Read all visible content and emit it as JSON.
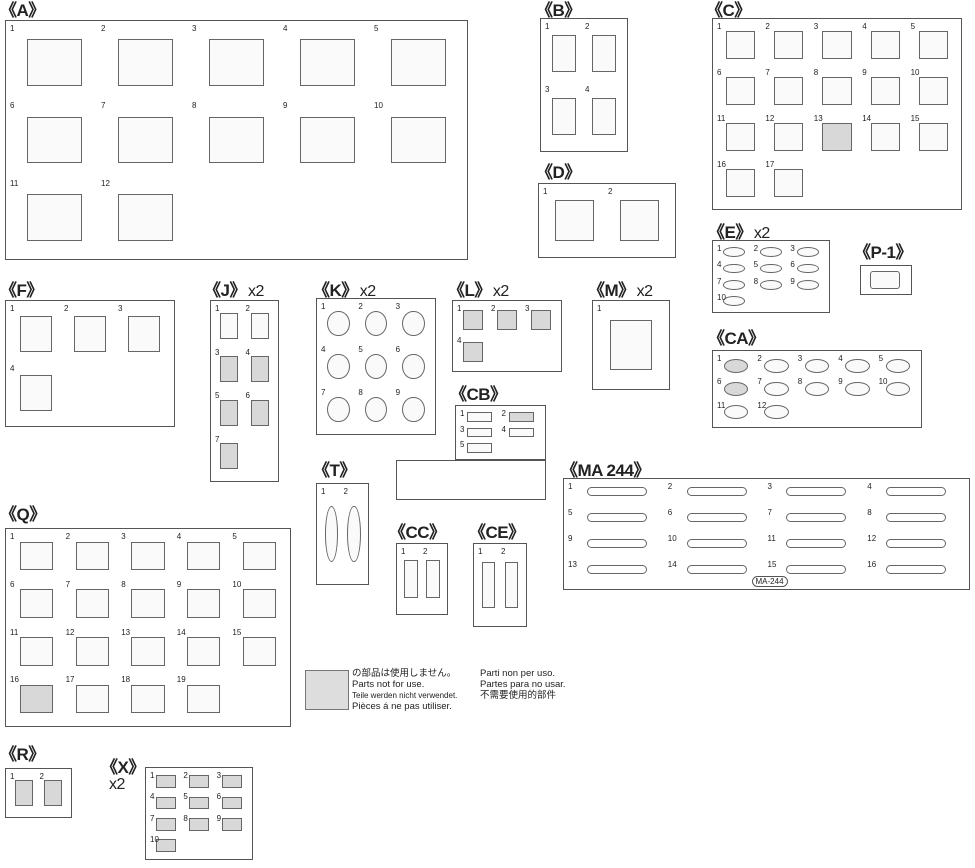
{
  "title": "Parts map",
  "sprues": [
    {
      "id": "A",
      "label": "《A》",
      "multiplier": "",
      "parts": [
        "1",
        "2",
        "3",
        "4",
        "5",
        "6",
        "7",
        "8",
        "9",
        "10",
        "11",
        "12"
      ]
    },
    {
      "id": "B",
      "label": "《B》",
      "multiplier": "",
      "parts": [
        "1",
        "2",
        "3",
        "4"
      ]
    },
    {
      "id": "C",
      "label": "《C》",
      "multiplier": "",
      "parts": [
        "1",
        "2",
        "3",
        "4",
        "5",
        "6",
        "7",
        "8",
        "9",
        "10",
        "11",
        "12",
        "13",
        "14",
        "15",
        "16",
        "17"
      ]
    },
    {
      "id": "D",
      "label": "《D》",
      "multiplier": "",
      "parts": [
        "1",
        "2"
      ]
    },
    {
      "id": "E",
      "label": "《E》",
      "multiplier": "x2",
      "parts": [
        "1",
        "2",
        "3",
        "4",
        "5",
        "6",
        "7",
        "8",
        "9",
        "10"
      ]
    },
    {
      "id": "P1",
      "label": "《P-1》",
      "multiplier": "",
      "parts": []
    },
    {
      "id": "F",
      "label": "《F》",
      "multiplier": "",
      "parts": [
        "1",
        "2",
        "3",
        "4"
      ]
    },
    {
      "id": "J",
      "label": "《J》",
      "multiplier": "x2",
      "parts": [
        "1",
        "2",
        "3",
        "4",
        "5",
        "6",
        "7"
      ]
    },
    {
      "id": "K",
      "label": "《K》",
      "multiplier": "x2",
      "parts": [
        "1",
        "2",
        "3",
        "4",
        "5",
        "6",
        "7",
        "8",
        "9"
      ]
    },
    {
      "id": "L",
      "label": "《L》",
      "multiplier": "x2",
      "parts": [
        "1",
        "2",
        "3",
        "4"
      ]
    },
    {
      "id": "M",
      "label": "《M》",
      "multiplier": "x2",
      "parts": [
        "1"
      ]
    },
    {
      "id": "CA",
      "label": "《CA》",
      "multiplier": "",
      "parts": [
        "1",
        "2",
        "3",
        "4",
        "5",
        "6",
        "7",
        "8",
        "9",
        "10",
        "11",
        "12"
      ]
    },
    {
      "id": "CB",
      "label": "《CB》",
      "multiplier": "",
      "parts": [
        "1",
        "2",
        "3",
        "4",
        "5"
      ]
    },
    {
      "id": "T",
      "label": "《T》",
      "multiplier": "",
      "parts": [
        "1",
        "2"
      ]
    },
    {
      "id": "CC",
      "label": "《CC》",
      "multiplier": "",
      "parts": [
        "1",
        "2"
      ]
    },
    {
      "id": "CE",
      "label": "《CE》",
      "multiplier": "",
      "parts": [
        "1",
        "2"
      ]
    },
    {
      "id": "MA244",
      "label": "《MA 244》",
      "multiplier": "",
      "parts": [
        "1",
        "2",
        "3",
        "4",
        "5",
        "6",
        "7",
        "8",
        "9",
        "10",
        "11",
        "12",
        "13",
        "14",
        "15",
        "16"
      ],
      "plate_text": "MA-244"
    },
    {
      "id": "Q",
      "label": "《Q》",
      "multiplier": "",
      "parts": [
        "1",
        "2",
        "3",
        "4",
        "5",
        "6",
        "7",
        "8",
        "9",
        "10",
        "11",
        "12",
        "13",
        "14",
        "15",
        "16",
        "17",
        "18",
        "19"
      ]
    },
    {
      "id": "R",
      "label": "《R》",
      "multiplier": "",
      "parts": [
        "1",
        "2"
      ]
    },
    {
      "id": "X",
      "label": "《X》",
      "multiplier": "x2",
      "parts": [
        "1",
        "2",
        "3",
        "4",
        "5",
        "6",
        "7",
        "8",
        "9",
        "10"
      ]
    }
  ],
  "legend": {
    "ja": "の部品は使用しません。",
    "en": "Parts not for use.",
    "de": "Teile werden nicht verwendet.",
    "fr": "Pièces á ne pas utiliser.",
    "it": "Parti non per uso.",
    "es": "Partes para no usar.",
    "zh": "不需要使用的部件"
  }
}
